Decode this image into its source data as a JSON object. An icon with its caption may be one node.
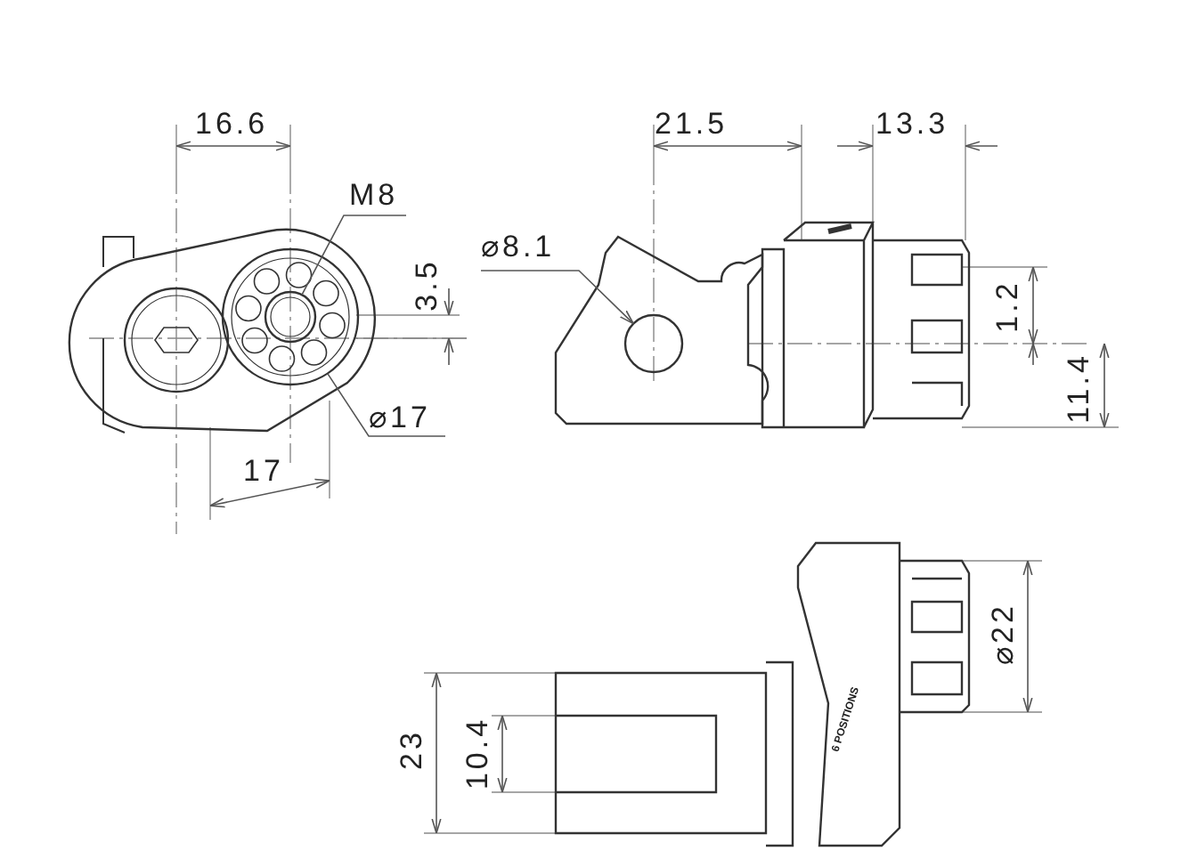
{
  "diagram": {
    "nodes": [
      {
        "text": [
          "M8"
        ]
      },
      {
        "text": [
          "⌀17"
        ]
      },
      {
        "text": [
          "⌀8.1"
        ]
      },
      {
        "text": [],
        "shape": "circle",
        "in": 4
      },
      {
        "text": [],
        "shape": "circle"
      },
      {
        "text": [],
        "shape": "circle"
      }
    ],
    "edges": [
      {
        "from": 0,
        "to": 3,
        "arrow": "none"
      },
      {
        "from": 1,
        "to": 4,
        "arrow": "none"
      },
      {
        "from": 2,
        "to": 5,
        "arrow": "to"
      }
    ],
    "labels": [
      "16.6",
      "3.5",
      "17",
      "21.5",
      "13.3",
      "1.2",
      "11.4",
      "6 POSITIONS",
      "23",
      "10.4",
      "⌀22"
    ]
  }
}
